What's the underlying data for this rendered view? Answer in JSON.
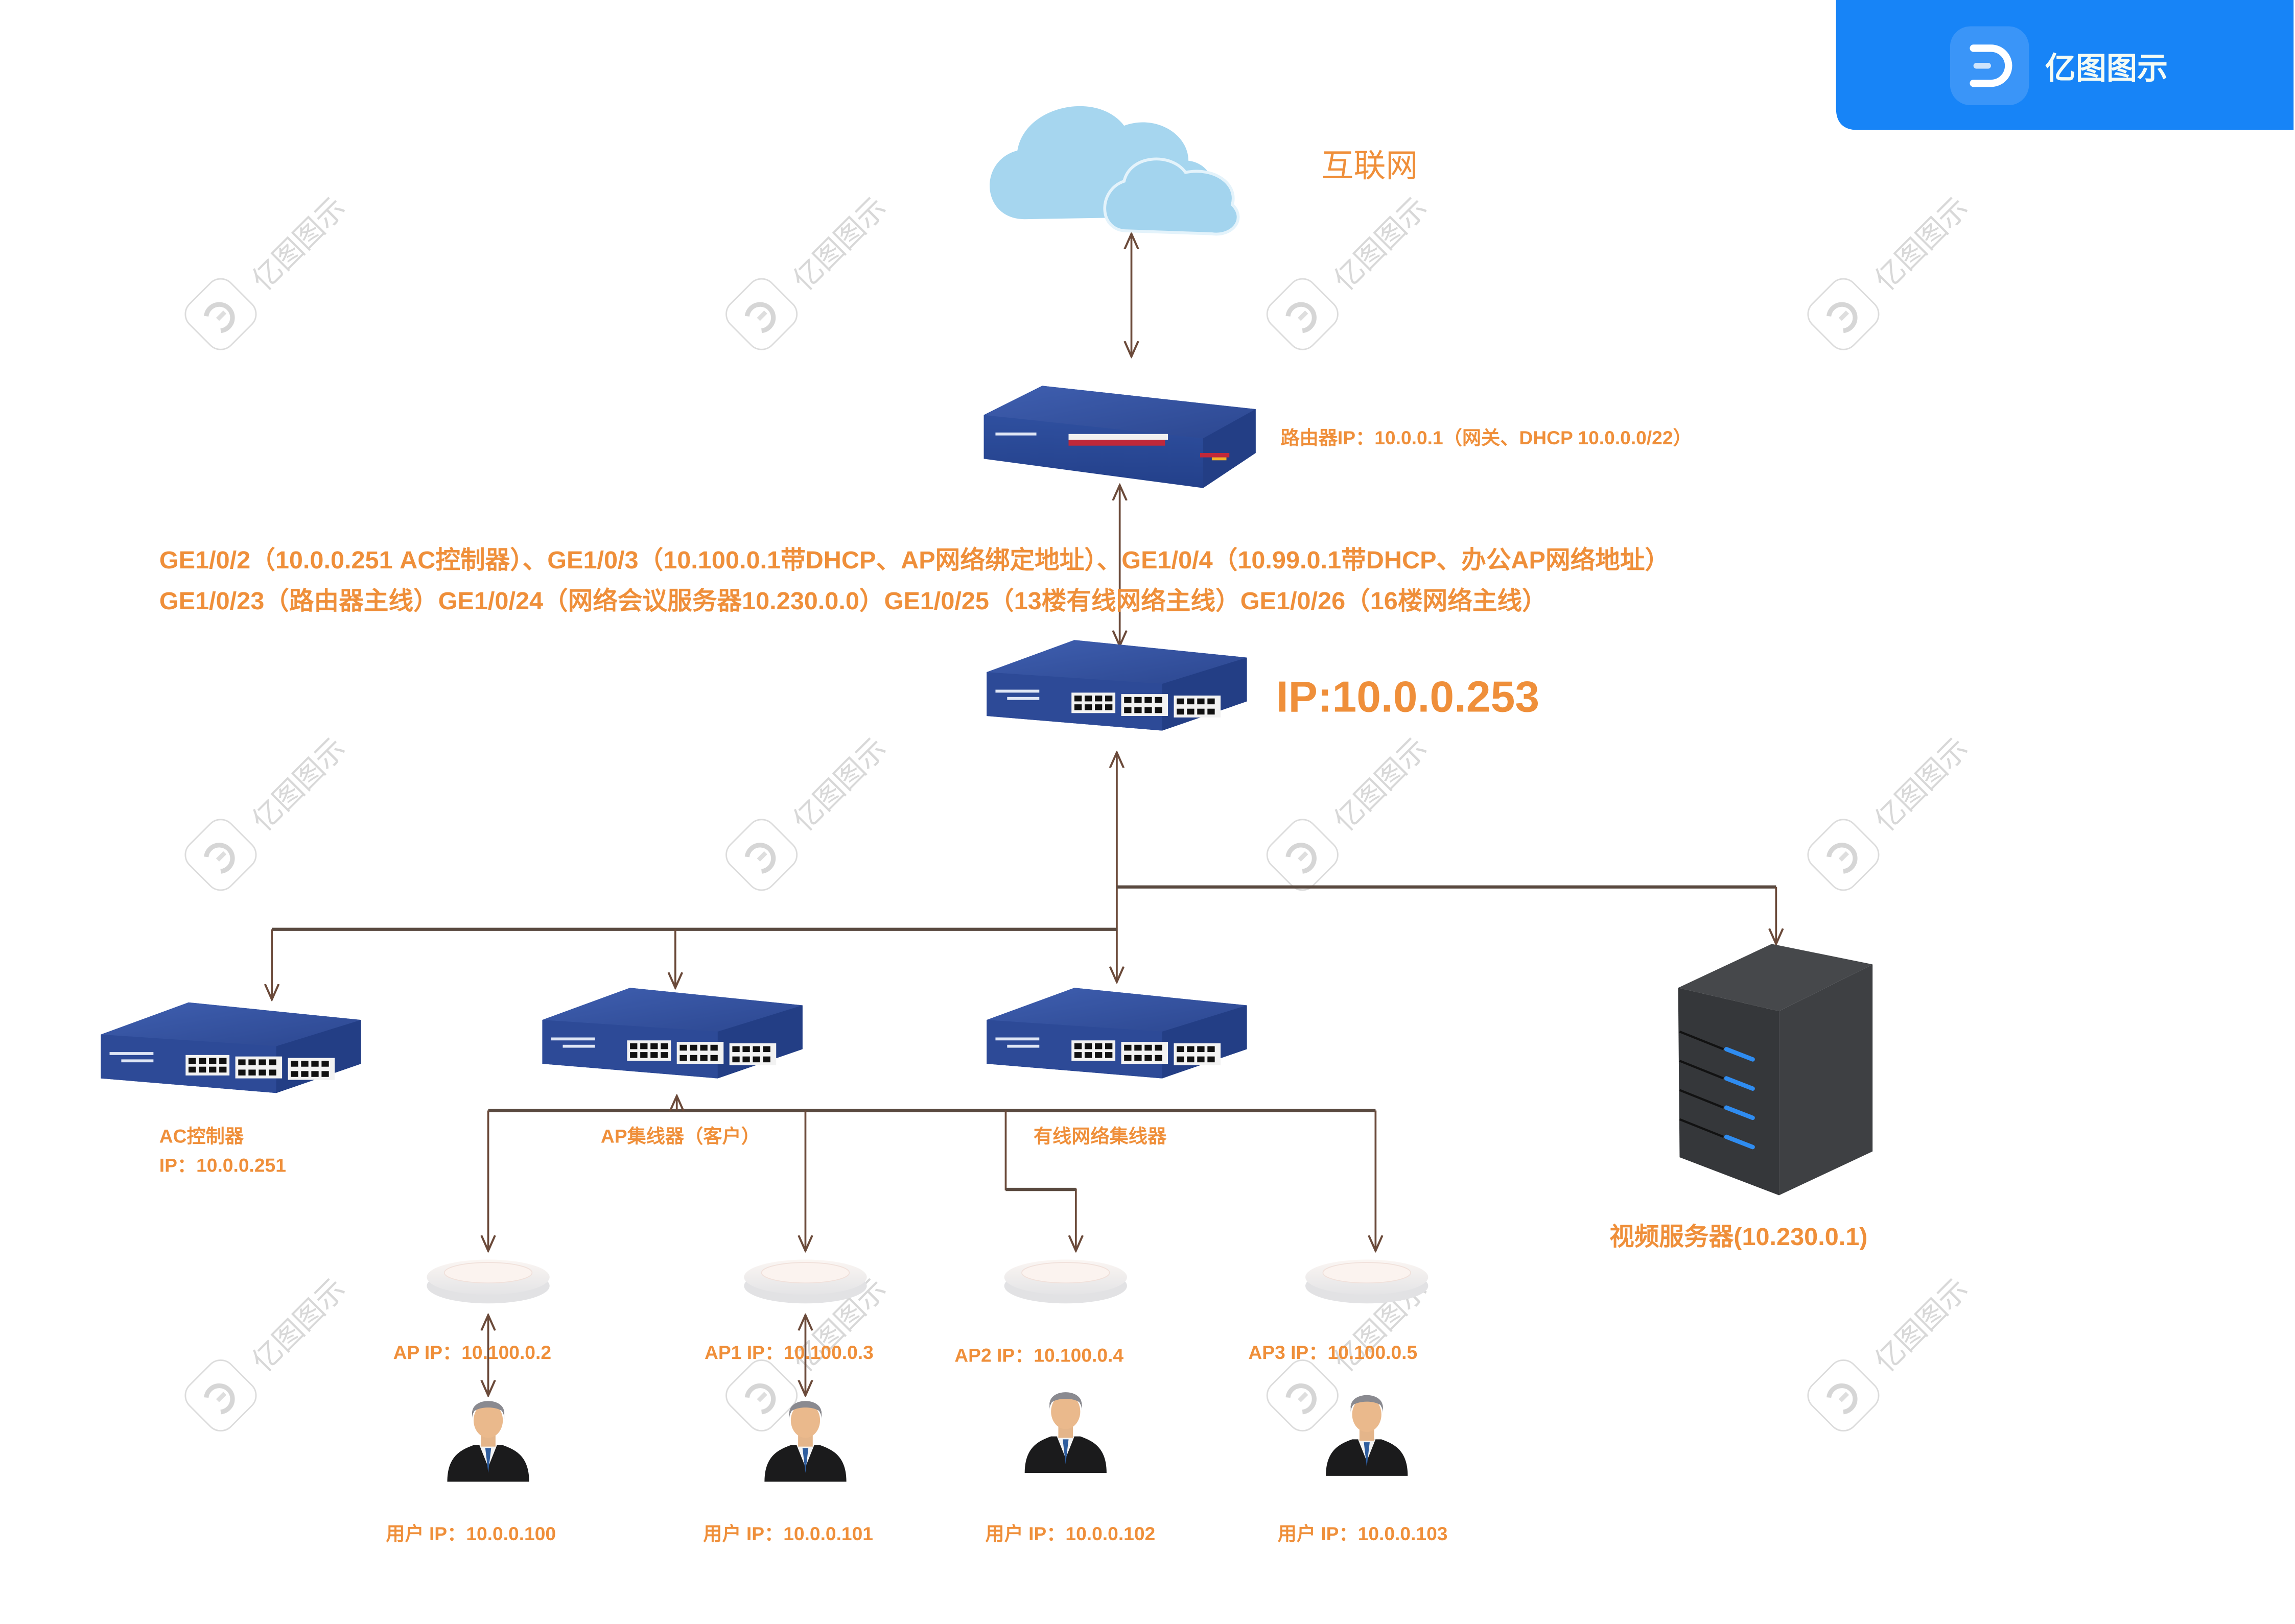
{
  "brand": {
    "name": "亿图图示",
    "logo_icon": "edraw-logo-icon",
    "color": "#1784f7"
  },
  "watermark": {
    "text": "亿图图示"
  },
  "nodes": {
    "internet": {
      "label": "互联网",
      "icon": "cloud-icon"
    },
    "router": {
      "label": "路由器IP：10.0.0.1（网关、DHCP 10.0.0.0/22）",
      "icon": "router-icon"
    },
    "core_switch": {
      "label": "IP:10.0.0.253",
      "icon": "switch-icon"
    },
    "port_notes": [
      "GE1/0/2（10.0.0.251 AC控制器）、GE1/0/3（10.100.0.1带DHCP、AP网络绑定地址）、GE1/0/4（10.99.0.1带DHCP、办公AP网络地址）",
      "GE1/0/23（路由器主线）GE1/0/24（网络会议服务器10.230.0.0）GE1/0/25（13楼有线网络主线）GE1/0/26（16楼网络主线）"
    ],
    "ac_switch": {
      "label_line1": "AC控制器",
      "label_line2": "IP：10.0.0.251",
      "icon": "switch-icon"
    },
    "ap_hub": {
      "label": "AP集线器（客户）",
      "icon": "switch-icon"
    },
    "wired_hub": {
      "label": "有线网络集线器",
      "icon": "switch-icon"
    },
    "video_server": {
      "label": "视频服务器(10.230.0.1)",
      "icon": "server-icon"
    },
    "access_points": [
      {
        "label": "AP  IP：10.100.0.2",
        "icon": "wireless-ap-icon"
      },
      {
        "label": "AP1  IP：10.100.0.3",
        "icon": "wireless-ap-icon"
      },
      {
        "label": "AP2  IP：10.100.0.4",
        "icon": "wireless-ap-icon"
      },
      {
        "label": "AP3  IP：10.100.0.5",
        "icon": "wireless-ap-icon"
      }
    ],
    "users": [
      {
        "label": "用户  IP：10.0.0.100",
        "icon": "user-icon"
      },
      {
        "label": "用户  IP：10.0.0.101",
        "icon": "user-icon"
      },
      {
        "label": "用户  IP：10.0.0.102",
        "icon": "user-icon"
      },
      {
        "label": "用户  IP：10.0.0.103",
        "icon": "user-icon"
      }
    ]
  },
  "colors": {
    "label": "#ef8f3a",
    "device_blue": "#2f4f9e",
    "cloud": "#a6d6ef",
    "server": "#3b3d40",
    "server_led": "#2f8cf0",
    "connector": "#6b4a3a"
  }
}
